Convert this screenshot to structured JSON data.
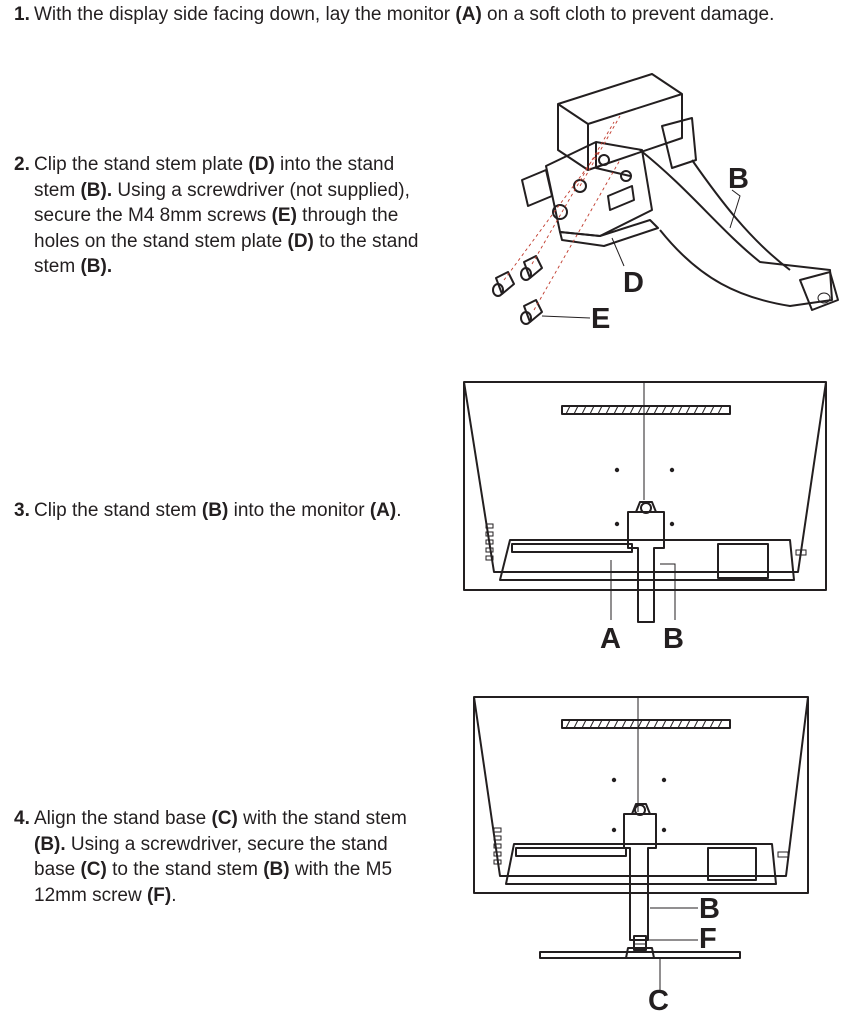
{
  "steps": [
    {
      "number": "1.",
      "parts": [
        "With the display side facing down, lay the monitor ",
        "(A)",
        " on a soft cloth to prevent damage."
      ]
    },
    {
      "number": "2.",
      "parts": [
        "Clip the stand stem plate ",
        "(D)",
        " into the stand stem ",
        "(B).",
        " Using a screwdriver (not supplied), secure the M4 8mm screws ",
        "(E)",
        " through the holes on the stand stem plate ",
        "(D)",
        " to the stand stem ",
        "(B)."
      ]
    },
    {
      "number": "3.",
      "parts": [
        "Clip the stand stem ",
        "(B)",
        " into the monitor ",
        "(A)",
        "."
      ]
    },
    {
      "number": "4.",
      "parts": [
        "Align the stand base ",
        "(C)",
        " with the stand stem ",
        "(B).",
        " Using a screwdriver, secure the stand base ",
        "(C)",
        " to the stand stem ",
        "(B)",
        " with the M5 12mm screw ",
        "(F)",
        "."
      ]
    }
  ],
  "figures": {
    "fig2": {
      "label_b": "B",
      "label_d": "D",
      "label_e": "E"
    },
    "fig3": {
      "label_a": "A",
      "label_b": "B"
    },
    "fig4": {
      "label_b": "B",
      "label_f": "F",
      "label_c": "C"
    }
  }
}
